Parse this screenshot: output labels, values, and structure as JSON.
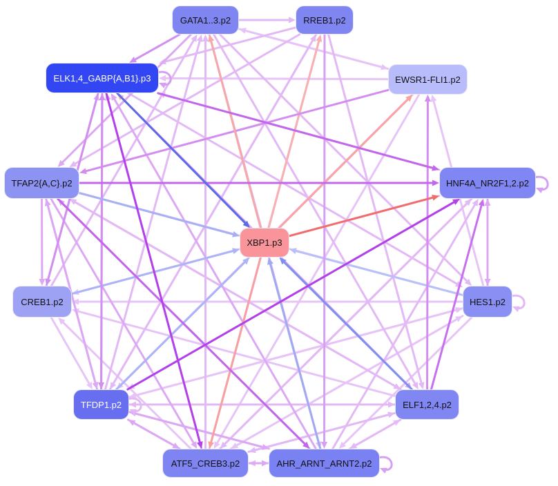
{
  "nodes": [
    {
      "id": "gata",
      "label": "GATA1..3.p2",
      "color": "#7f86f2",
      "text": "dark"
    },
    {
      "id": "rreb",
      "label": "RREB1.p2",
      "color": "#7f86f2",
      "text": "dark"
    },
    {
      "id": "elk",
      "label": "ELK1,4_GABP{A,B1}.p3",
      "color": "#3346f4",
      "text": "light"
    },
    {
      "id": "ewsr",
      "label": "EWSR1-FLI1.p2",
      "color": "#b8bcfa",
      "text": "dark"
    },
    {
      "id": "tfap",
      "label": "TFAP2{A,C}.p2",
      "color": "#8d93f3",
      "text": "dark"
    },
    {
      "id": "hnf",
      "label": "HNF4A_NR2F1,2.p2",
      "color": "#8086f3",
      "text": "dark"
    },
    {
      "id": "xbp",
      "label": "XBP1.p3",
      "color": "#f9959a",
      "text": "dark"
    },
    {
      "id": "creb",
      "label": "CREB1.p2",
      "color": "#9da2f5",
      "text": "dark"
    },
    {
      "id": "hes",
      "label": "HES1.p2",
      "color": "#8a90f3",
      "text": "dark"
    },
    {
      "id": "tfdp",
      "label": "TFDP1.p2",
      "color": "#676ff0",
      "text": "light"
    },
    {
      "id": "elf",
      "label": "ELF1,2,4.p2",
      "color": "#8086f2",
      "text": "dark"
    },
    {
      "id": "atf",
      "label": "ATF5_CREB3.p2",
      "color": "#7e85f2",
      "text": "dark"
    },
    {
      "id": "ahr",
      "label": "AHR_ARNT_ARNT2.p2",
      "color": "#7a81f2",
      "text": "dark"
    }
  ],
  "edges": [
    {
      "from": "elk",
      "to": "xbp",
      "color": "#5b6ae8"
    },
    {
      "from": "tfap",
      "to": "xbp",
      "color": "#a7b0f4"
    },
    {
      "from": "creb",
      "to": "xbp",
      "color": "#aab4f6"
    },
    {
      "from": "hes",
      "to": "xbp",
      "color": "#b7c0f8"
    },
    {
      "from": "elf",
      "to": "xbp",
      "color": "#7f8ff0"
    },
    {
      "from": "tfdp",
      "to": "xbp",
      "color": "#aab4f6"
    },
    {
      "from": "ahr",
      "to": "xbp",
      "color": "#9faaf2"
    },
    {
      "from": "xbp",
      "to": "hnf",
      "color": "#f26c6c"
    },
    {
      "from": "xbp",
      "to": "ewsr",
      "color": "#f9a3a3"
    },
    {
      "from": "xbp",
      "to": "rreb",
      "color": "#f8b0b0"
    },
    {
      "from": "xbp",
      "to": "gata",
      "color": "#f6a8a8"
    },
    {
      "from": "xbp",
      "to": "elk",
      "color": "#f8b4b4"
    },
    {
      "from": "xbp",
      "to": "atf",
      "color": "#f8a0a0"
    },
    {
      "from": "tfdp",
      "to": "hnf",
      "color": "#b241ea"
    },
    {
      "from": "elk",
      "to": "atf",
      "color": "#b241ea"
    },
    {
      "from": "elk",
      "to": "hnf",
      "color": "#c266ec"
    },
    {
      "from": "tfap",
      "to": "hnf",
      "color": "#c266ec"
    },
    {
      "from": "tfap",
      "to": "ahr",
      "color": "#c266ec"
    },
    {
      "from": "elf",
      "to": "hnf",
      "color": "#c76fee"
    },
    {
      "from": "elf",
      "to": "ewsr",
      "color": "#d48cf1"
    },
    {
      "from": "hes",
      "to": "hnf",
      "color": "#dca8f3"
    },
    {
      "from": "rreb",
      "to": "ahr",
      "color": "#d6a0f2"
    },
    {
      "from": "gata",
      "to": "rreb",
      "color": "#e2b8f5"
    },
    {
      "from": "gata",
      "to": "elk",
      "color": "#d190f0"
    },
    {
      "from": "gata",
      "to": "tfap",
      "color": "#dca8f3"
    },
    {
      "from": "gata",
      "to": "hes",
      "color": "#e2b8f5"
    },
    {
      "from": "gata",
      "to": "elf",
      "color": "#e2b8f5"
    },
    {
      "from": "gata",
      "to": "ahr",
      "color": "#e2b8f5"
    },
    {
      "from": "rreb",
      "to": "tfap",
      "color": "#e2b8f5"
    },
    {
      "from": "rreb",
      "to": "tfdp",
      "color": "#e2b8f5"
    },
    {
      "from": "rreb",
      "to": "elf",
      "color": "#e2b8f5"
    },
    {
      "from": "ewsr",
      "to": "gata",
      "color": "#e7c4f7"
    },
    {
      "from": "ewsr",
      "to": "elk",
      "color": "#e7c4f7"
    },
    {
      "from": "ewsr",
      "to": "tfap",
      "color": "#d48cf1"
    },
    {
      "from": "ewsr",
      "to": "atf",
      "color": "#e7c4f7"
    },
    {
      "from": "ewsr",
      "to": "tfdp",
      "color": "#e7c4f7"
    },
    {
      "from": "elk",
      "to": "creb",
      "color": "#d190f0"
    },
    {
      "from": "elk",
      "to": "tfdp",
      "color": "#d190f0"
    },
    {
      "from": "elk",
      "to": "elf",
      "color": "#d8a0f2"
    },
    {
      "from": "elk",
      "to": "hes",
      "color": "#e2b8f5"
    },
    {
      "from": "tfap",
      "to": "creb",
      "color": "#dca8f3"
    },
    {
      "from": "tfap",
      "to": "atf",
      "color": "#dca8f3"
    },
    {
      "from": "tfap",
      "to": "elf",
      "color": "#e2b8f5"
    },
    {
      "from": "tfap",
      "to": "hes",
      "color": "#e7c4f7"
    },
    {
      "from": "tfap",
      "to": "tfdp",
      "color": "#dca8f3"
    },
    {
      "from": "hnf",
      "to": "creb",
      "color": "#e7c4f7"
    },
    {
      "from": "hnf",
      "to": "atf",
      "color": "#e2b8f5"
    },
    {
      "from": "hnf",
      "to": "tfdp",
      "color": "#e7c4f7"
    },
    {
      "from": "hnf",
      "to": "elk",
      "color": "#e2b8f5"
    },
    {
      "from": "hnf",
      "to": "hes",
      "color": "#dca8f3"
    },
    {
      "from": "hes",
      "to": "ewsr",
      "color": "#e7c4f7"
    },
    {
      "from": "hes",
      "to": "creb",
      "color": "#e7c4f7"
    },
    {
      "from": "hes",
      "to": "tfdp",
      "color": "#e7c4f7"
    },
    {
      "from": "hes",
      "to": "atf",
      "color": "#e7c4f7"
    },
    {
      "from": "hes",
      "to": "ahr",
      "color": "#e7c4f7"
    },
    {
      "from": "elf",
      "to": "tfdp",
      "color": "#e2b8f5"
    },
    {
      "from": "elf",
      "to": "atf",
      "color": "#e2b8f5"
    },
    {
      "from": "elf",
      "to": "ahr",
      "color": "#e2b8f5"
    },
    {
      "from": "elf",
      "to": "tfap",
      "color": "#e2b8f5"
    },
    {
      "from": "elf",
      "to": "creb",
      "color": "#e7c4f7"
    },
    {
      "from": "tfdp",
      "to": "tfap",
      "color": "#dca8f3"
    },
    {
      "from": "tfdp",
      "to": "elk",
      "color": "#d190f0"
    },
    {
      "from": "tfdp",
      "to": "gata",
      "color": "#e2b8f5"
    },
    {
      "from": "tfdp",
      "to": "rreb",
      "color": "#e2b8f5"
    },
    {
      "from": "tfdp",
      "to": "ewsr",
      "color": "#e7c4f7"
    },
    {
      "from": "tfdp",
      "to": "atf",
      "color": "#dca8f3"
    },
    {
      "from": "tfdp",
      "to": "ahr",
      "color": "#dca8f3"
    },
    {
      "from": "tfdp",
      "to": "elf",
      "color": "#e2b8f5"
    },
    {
      "from": "tfdp",
      "to": "hes",
      "color": "#e7c4f7"
    },
    {
      "from": "atf",
      "to": "elk",
      "color": "#dca8f3"
    },
    {
      "from": "atf",
      "to": "gata",
      "color": "#e2b8f5"
    },
    {
      "from": "atf",
      "to": "rreb",
      "color": "#e2b8f5"
    },
    {
      "from": "atf",
      "to": "ahr",
      "color": "#dca8f3"
    },
    {
      "from": "atf",
      "to": "tfdp",
      "color": "#dca8f3"
    },
    {
      "from": "atf",
      "to": "hnf",
      "color": "#e2b8f5"
    },
    {
      "from": "atf",
      "to": "hes",
      "color": "#e7c4f7"
    },
    {
      "from": "atf",
      "to": "elf",
      "color": "#e2b8f5"
    },
    {
      "from": "atf",
      "to": "creb",
      "color": "#e7c4f7"
    },
    {
      "from": "ahr",
      "to": "gata",
      "color": "#e2b8f5"
    },
    {
      "from": "ahr",
      "to": "elk",
      "color": "#dca8f3"
    },
    {
      "from": "ahr",
      "to": "tfap",
      "color": "#dca8f3"
    },
    {
      "from": "ahr",
      "to": "hnf",
      "color": "#e2b8f5"
    },
    {
      "from": "ahr",
      "to": "tfdp",
      "color": "#e2b8f5"
    },
    {
      "from": "ahr",
      "to": "atf",
      "color": "#e2b8f5"
    },
    {
      "from": "ahr",
      "to": "elf",
      "color": "#e7c4f7"
    },
    {
      "from": "creb",
      "to": "elk",
      "color": "#dca8f3"
    },
    {
      "from": "creb",
      "to": "gata",
      "color": "#e2b8f5"
    },
    {
      "from": "creb",
      "to": "tfdp",
      "color": "#e7c4f7"
    },
    {
      "from": "rreb",
      "to": "elk",
      "color": "#e2b8f5"
    },
    {
      "from": "gata",
      "to": "ewsr",
      "color": "#e7c4f7"
    }
  ],
  "self_loops": [
    {
      "node": "elk",
      "color": "#d6a0f2"
    },
    {
      "node": "hnf",
      "color": "#d6a0f2"
    },
    {
      "node": "hes",
      "color": "#e2b8f5"
    },
    {
      "node": "ahr",
      "color": "#d6a0f2"
    },
    {
      "node": "tfdp",
      "color": "#e2b8f5"
    }
  ]
}
